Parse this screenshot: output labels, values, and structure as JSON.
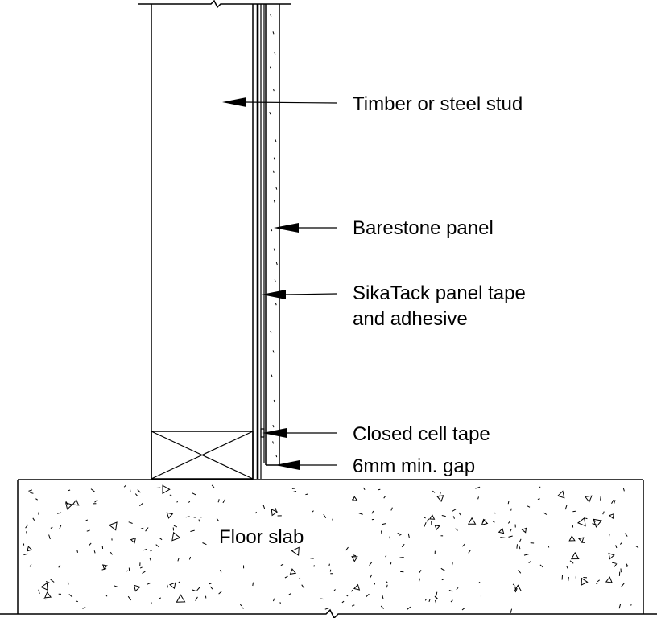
{
  "labels": {
    "stud": "Timber or steel stud",
    "panel": "Barestone panel",
    "tape_line1": "SikaTack panel tape",
    "tape_line2": "and adhesive",
    "closed_cell": "Closed cell tape",
    "gap": "6mm min. gap",
    "slab": "Floor slab"
  },
  "colors": {
    "line": "#000000",
    "background": "#ffffff"
  }
}
